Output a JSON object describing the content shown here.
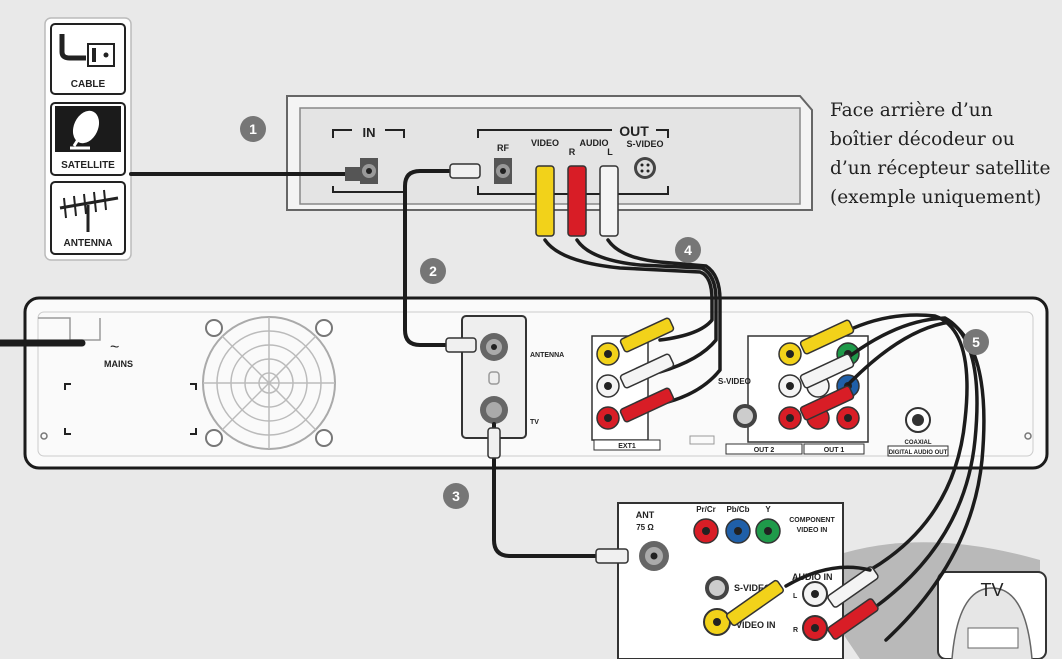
{
  "caption": {
    "lines": [
      "Face arrière d’un",
      "boîtier décodeur ou",
      "d’un récepteur satellite",
      "(exemple uniquement)"
    ]
  },
  "sources": {
    "cable": "CABLE",
    "satellite": "SATELLITE",
    "antenna": "ANTENNA"
  },
  "steps": [
    "1",
    "2",
    "3",
    "4",
    "5"
  ],
  "decoder": {
    "in": "IN",
    "out": "OUT",
    "rf": "RF",
    "video": "VIDEO",
    "audio": "AUDIO",
    "r": "R",
    "l": "L",
    "svideo": "S-VIDEO"
  },
  "recorder": {
    "mains": "MAINS",
    "antenna": "ANTENNA",
    "tv": "TV",
    "ext1": "EXT1",
    "svideo": "S-VIDEO",
    "out2": "OUT 2",
    "out1": "OUT 1",
    "coaxial": "COAXIAL",
    "digital_audio_out": "DIGITAL AUDIO OUT"
  },
  "tv_panel": {
    "ant": "ANT",
    "ohm": "75 Ω",
    "pr": "Pr/Cr",
    "pb": "Pb/Cb",
    "y": "Y",
    "component1": "COMPONENT",
    "component2": "VIDEO IN",
    "svideo": "S-VIDEO",
    "video_in": "VIDEO IN",
    "audio_in": "AUDIO IN",
    "l": "L",
    "r": "R"
  },
  "tv": {
    "label": "TV"
  },
  "colors": {
    "yellow": "#f2d21a",
    "red": "#d81d26",
    "white": "#f4f4f4",
    "green": "#1f9a4a",
    "blue": "#1f5fa8",
    "cable": "#1c1c1c"
  }
}
